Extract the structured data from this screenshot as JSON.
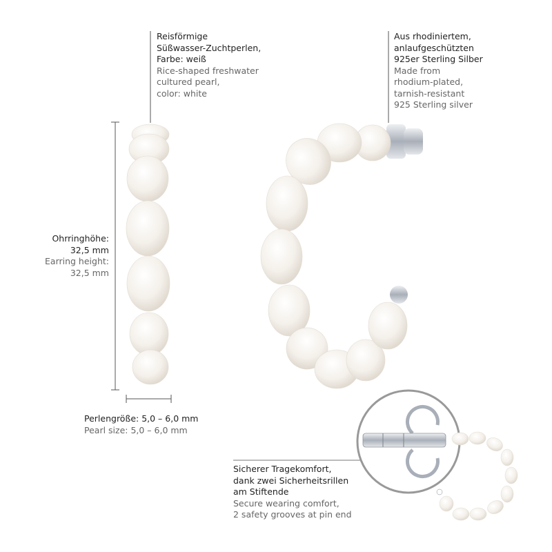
{
  "callouts": {
    "pearl": {
      "de": [
        "Reisförmige",
        "Süßwasser-Zuchtperlen,",
        "Farbe: weiß"
      ],
      "en": [
        "Rice-shaped freshwater",
        "cultured pearl,",
        "color: white"
      ]
    },
    "material": {
      "de": [
        "Aus rhodiniertem,",
        "anlaufgeschützten",
        "925er Sterling Silber"
      ],
      "en": [
        "Made from",
        "rhodium-plated,",
        "tarnish-resistant",
        "925 Sterling silver"
      ]
    },
    "height": {
      "de": [
        "Ohrringhöhe:",
        "32,5 mm"
      ],
      "en": [
        "Earring height:",
        "32,5 mm"
      ]
    },
    "pearl_size": {
      "de": [
        "Perlengröße: 5,0 – 6,0 mm"
      ],
      "en": [
        "Pearl size: 5,0 – 6,0 mm"
      ]
    },
    "comfort": {
      "de": [
        "Sicherer Tragekomfort,",
        "dank zwei Sicherheitsrillen",
        "am Stiftende"
      ],
      "en": [
        "Secure wearing comfort,",
        "2 safety grooves at pin end"
      ]
    }
  },
  "colors": {
    "line": "#555555",
    "pearl": "#f6f3ee",
    "silver": "#c8ccd2",
    "circle": "#999999"
  }
}
